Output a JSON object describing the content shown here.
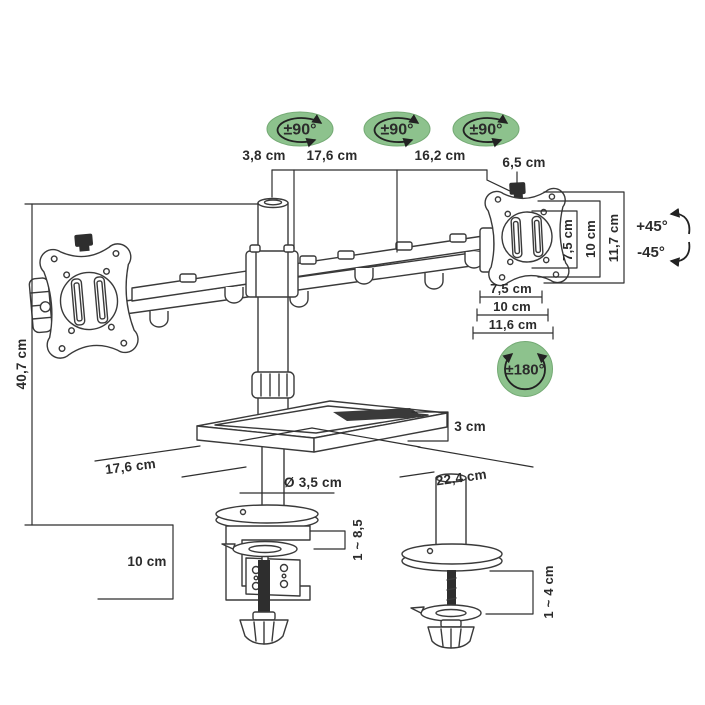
{
  "diagram": {
    "badges": {
      "arm_joint_left": "±90°",
      "arm_joint_middle": "±90°",
      "arm_joint_right": "±90°",
      "pole_swivel": "±180°"
    },
    "tilt": {
      "up": "+45°",
      "down": "-45°"
    },
    "dimensions": {
      "pole_top_offset": "3,8 cm",
      "arm_segment_inner": "17,6 cm",
      "arm_segment_outer": "16,2 cm",
      "vesa_head_offset": "6,5 cm",
      "pole_height": "40,7 cm",
      "vesa_vertical_inner": "7,5 cm",
      "vesa_vertical_mid": "10 cm",
      "vesa_vertical_outer": "11,7 cm",
      "vesa_horizontal_inner": "7,5 cm",
      "vesa_horizontal_mid": "10 cm",
      "vesa_horizontal_outer": "11,6 cm",
      "base_tray_height": "3 cm",
      "base_tray_depth": "17,6 cm",
      "base_tray_width": "22,4 cm",
      "pole_diameter": "Ø 3,5 cm",
      "clamp_height": "10 cm",
      "clamp_desk_range": "1 ~ 8,5",
      "grommet_desk_range": "1 ~ 4 cm"
    },
    "colors": {
      "badge_green": "#8dc28d",
      "line": "#3a3a3a",
      "text": "#2b2b2b",
      "knob_dark": "#2e2e2e"
    }
  }
}
